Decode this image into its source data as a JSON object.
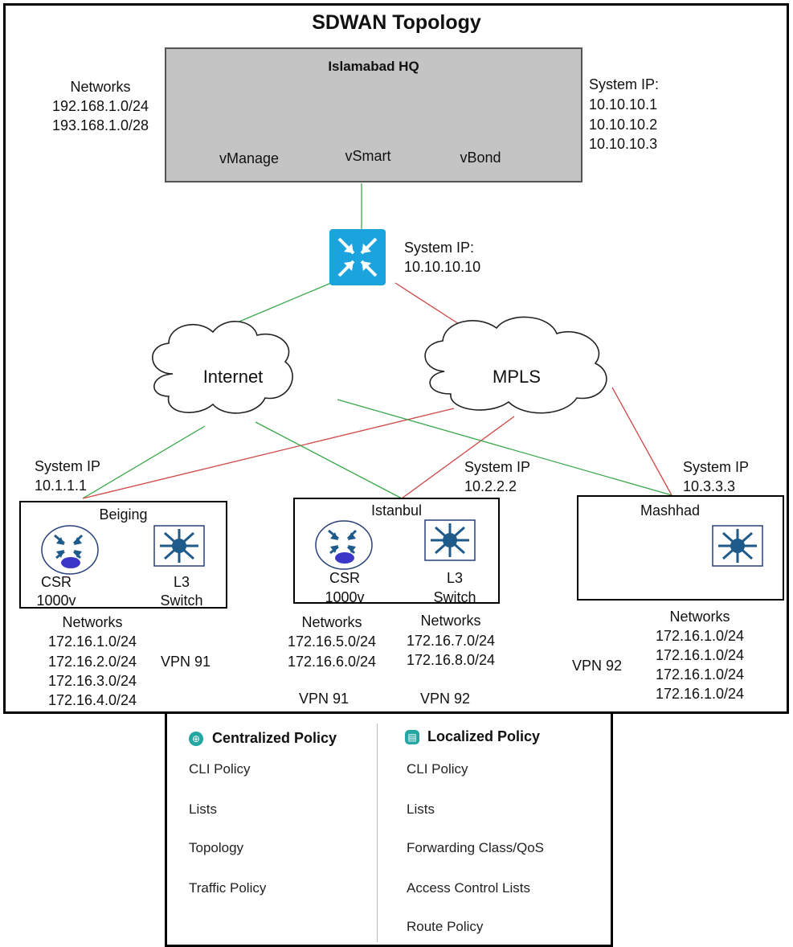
{
  "title": "SDWAN Topology",
  "hq": {
    "name": "Islamabad HQ",
    "networks_label": "Networks",
    "networks": [
      "192.168.1.0/24",
      "193.168.1.0/28"
    ],
    "system_ip_label": "System IP:",
    "system_ips": [
      "10.10.10.1",
      "10.10.10.2",
      "10.10.10.3"
    ],
    "controllers": [
      {
        "label": "vManage",
        "icon": "vmanage-icon"
      },
      {
        "label": "vSmart",
        "icon": "vsmart-icon"
      },
      {
        "label": "vBond",
        "icon": "vbond-icon"
      }
    ]
  },
  "hub_router": {
    "system_ip_label": "System IP:",
    "system_ip": "10.10.10.10",
    "icon": "router-icon"
  },
  "clouds": {
    "internet": "Internet",
    "mpls": "MPLS"
  },
  "colors": {
    "internet_link": "#3aa84a",
    "mpls_link": "#d04848",
    "device_blue": "#1aa3dd",
    "hq_gray": "#c4c4c4"
  },
  "sites": {
    "beiging": {
      "name": "Beiging",
      "system_ip_label": "System IP",
      "system_ip": "10.1.1.1",
      "csr_label": "CSR",
      "csr_model": "1000v",
      "switch_label": "L3",
      "switch_label2": "Switch",
      "networks_label": "Networks",
      "networks": [
        "172.16.1.0/24",
        "172.16.2.0/24",
        "172.16.3.0/24",
        "172.16.4.0/24"
      ],
      "vpn": "VPN 91"
    },
    "istanbul": {
      "name": "Istanbul",
      "system_ip_label": "System IP",
      "system_ip": "10.2.2.2",
      "csr_label": "CSR",
      "csr_model": "1000v",
      "switch_label": "L3",
      "switch_label2": "Switch",
      "networks_a_label": "Networks",
      "networks_a": [
        "172.16.5.0/24",
        "172.16.6.0/24"
      ],
      "networks_b_label": "Networks",
      "networks_b": [
        "172.16.7.0/24",
        "172.16.8.0/24"
      ],
      "vpn_a": "VPN 91",
      "vpn_b": "VPN 92"
    },
    "mashhad": {
      "name": "Mashhad",
      "system_ip_label": "System IP",
      "system_ip": "10.3.3.3",
      "networks_label": "Networks",
      "networks": [
        "172.16.1.0/24",
        "172.16.1.0/24",
        "172.16.1.0/24",
        "172.16.1.0/24"
      ],
      "vpn": "VPN 92"
    }
  },
  "policy": {
    "centralized": {
      "heading": "Centralized Policy",
      "icon": "globe-icon",
      "items": [
        "CLI Policy",
        "Lists",
        "Topology",
        "Traffic Policy"
      ]
    },
    "localized": {
      "heading": "Localized Policy",
      "icon": "device-icon",
      "items": [
        "CLI Policy",
        "Lists",
        "Forwarding Class/QoS",
        "Access Control Lists",
        "Route Policy"
      ]
    }
  }
}
